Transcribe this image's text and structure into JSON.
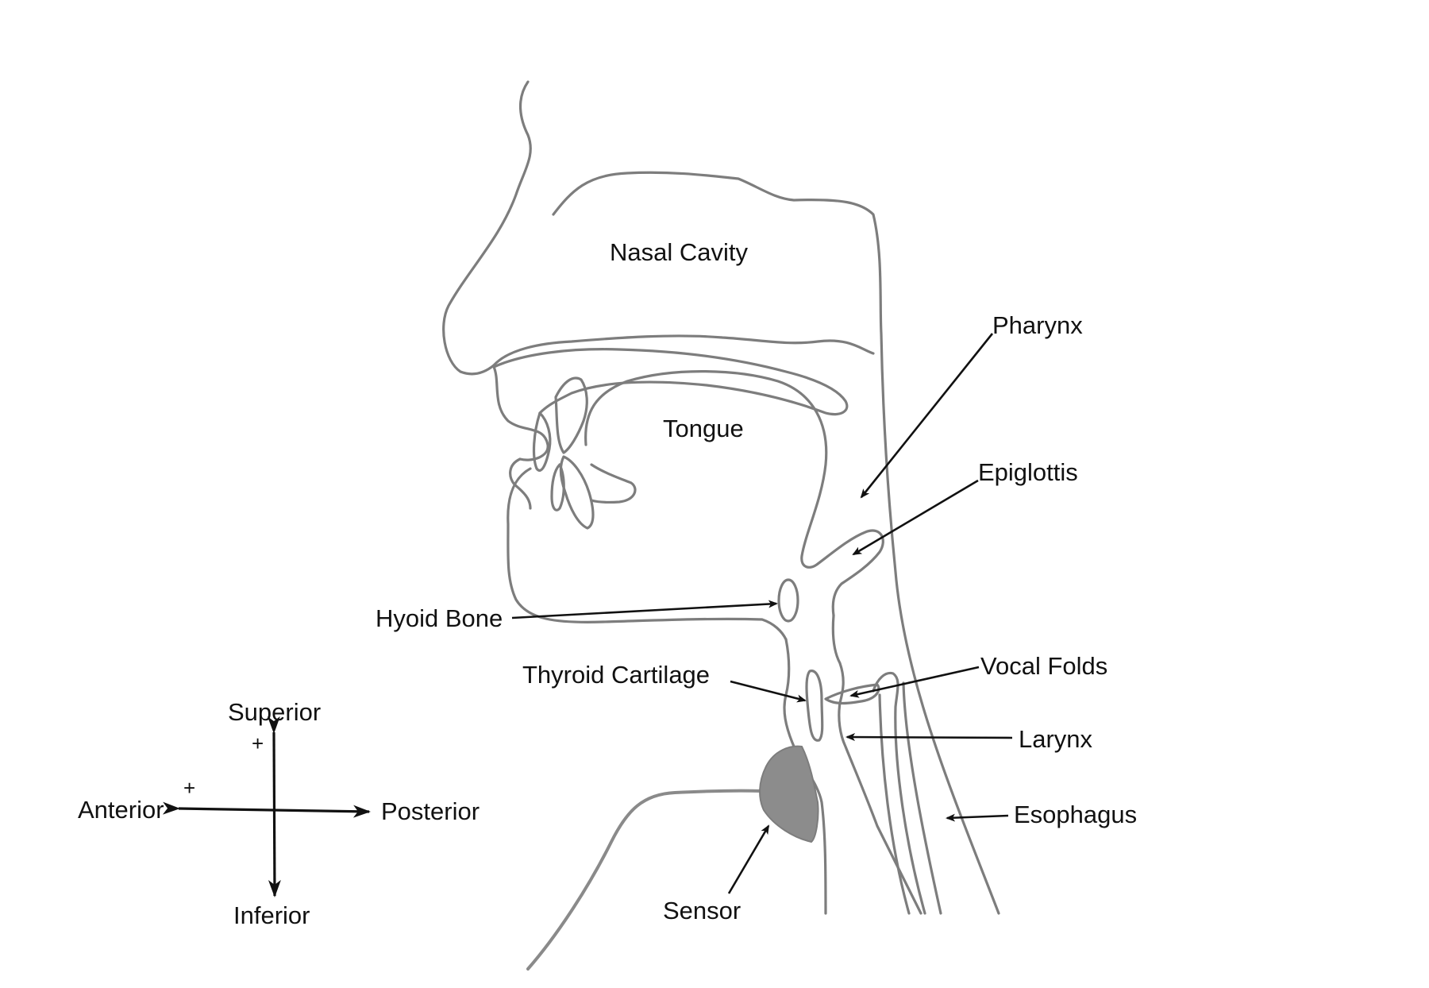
{
  "labels": {
    "nasal_cavity": "Nasal Cavity",
    "tongue": "Tongue",
    "pharynx": "Pharynx",
    "epiglottis": "Epiglottis",
    "hyoid_bone": "Hyoid Bone",
    "thyroid_cartilage": "Thyroid Cartilage",
    "vocal_folds": "Vocal Folds",
    "larynx": "Larynx",
    "esophagus": "Esophagus",
    "sensor": "Sensor"
  },
  "compass": {
    "superior": "Superior",
    "inferior": "Inferior",
    "anterior": "Anterior",
    "posterior": "Posterior",
    "superior_sign": "+",
    "anterior_sign": "+"
  },
  "colors": {
    "outline": "#7d7d7d",
    "sensor_fill": "#8c8c8c",
    "text": "#111111"
  }
}
